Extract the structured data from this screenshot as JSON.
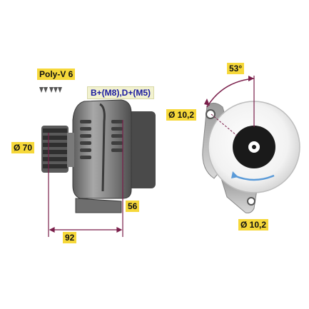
{
  "labels": {
    "belt": "Poly-V 6",
    "terminals": "B+(M8),D+(M5)",
    "pulley_diameter": "Ø 70",
    "length": "92",
    "height": "56",
    "angle": "53°",
    "hole_top": "Ø 10,2",
    "hole_bottom": "Ø 10,2"
  },
  "colors": {
    "label_bg": "#f6d83a",
    "terminal_text": "#1a1aa0",
    "dimension_line": "#7a1e4a",
    "rotation_arrow": "#5a9ad8",
    "body_dark": "#6a6a6a",
    "body_light": "#b8b8b8"
  }
}
